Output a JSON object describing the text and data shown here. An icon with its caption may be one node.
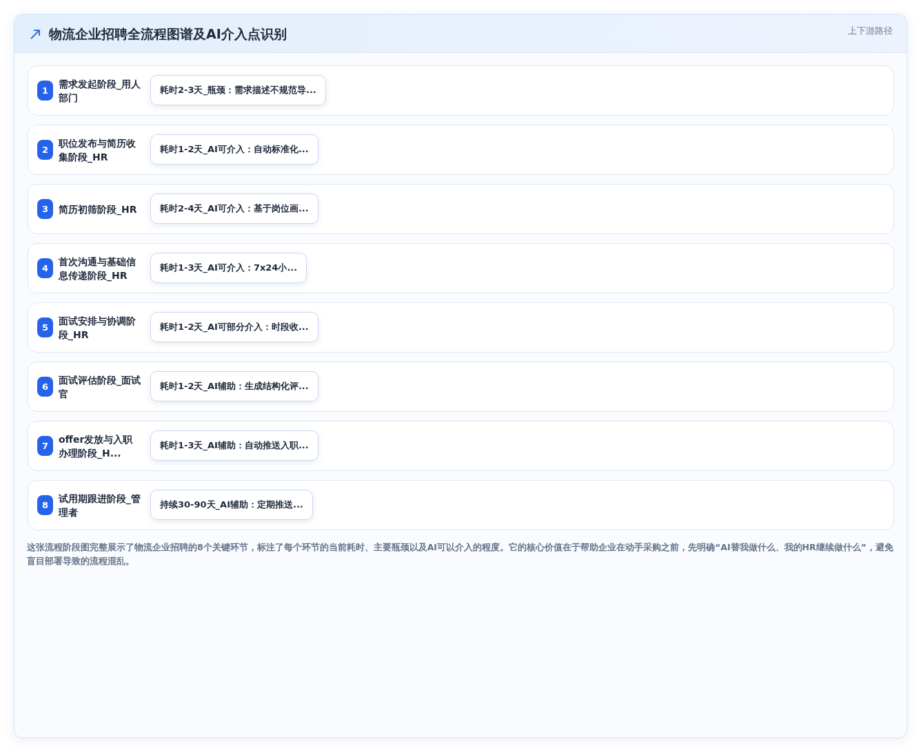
{
  "diagram": {
    "title": "物流企业招聘全流程图谱及AI介入点识别",
    "caption": "这张流程阶段图完整展示了物流企业招聘的8个关键环节，标注了每个环节的当前耗时、主要瓶颈以及AI可以介入的程度。它的核心价值在于帮助企业在动手采购之前，先明确“AI替我做什么、我的HR继续做什么”，避免盲目部署导致的流程混乱。",
    "nodes": [
      {
        "text": [
          "需求发起阶段_用人部门"
        ]
      },
      {
        "text": [
          "1"
        ],
        "in": 0
      },
      {
        "text": [
          "耗时2-3天_瓶颈：需求描述不规范导..."
        ],
        "in": 0
      },
      {
        "text": [
          "职位发布与简历收集阶段_HR"
        ]
      },
      {
        "text": [
          "2"
        ],
        "in": 3
      },
      {
        "text": [
          "耗时1-2天_AI可介入：自动标准化..."
        ],
        "in": 3
      },
      {
        "text": [
          "简历初筛阶段_HR"
        ]
      },
      {
        "text": [
          "3"
        ],
        "in": 6
      },
      {
        "text": [
          "耗时2-4天_AI可介入：基于岗位画..."
        ],
        "in": 6
      },
      {
        "text": [
          "首次沟通与基础信息传递阶段_HR"
        ]
      },
      {
        "text": [
          "4"
        ],
        "in": 9
      },
      {
        "text": [
          "耗时1-3天_AI可介入：7x24小..."
        ],
        "in": 9
      },
      {
        "text": [
          "面试安排与协调阶段_HR"
        ]
      },
      {
        "text": [
          "5"
        ],
        "in": 12
      },
      {
        "text": [
          "耗时1-2天_AI可部分介入：时段收..."
        ],
        "in": 12
      },
      {
        "text": [
          "面试评估阶段_面试官"
        ]
      },
      {
        "text": [
          "6"
        ],
        "in": 15
      },
      {
        "text": [
          "耗时1-2天_AI辅助：生成结构化评..."
        ],
        "in": 15
      },
      {
        "text": [
          "offer发放与入职办理阶段_H..."
        ]
      },
      {
        "text": [
          "7"
        ],
        "in": 18
      },
      {
        "text": [
          "耗时1-3天_AI辅助：自动推送入职..."
        ],
        "in": 18
      },
      {
        "text": [
          "试用期跟进阶段_管理者"
        ]
      },
      {
        "text": [
          "8"
        ],
        "in": 21
      },
      {
        "text": [
          "持续30-90天_AI辅助：定期推送..."
        ],
        "in": 21
      }
    ],
    "labels": [
      "上下游路径"
    ]
  }
}
